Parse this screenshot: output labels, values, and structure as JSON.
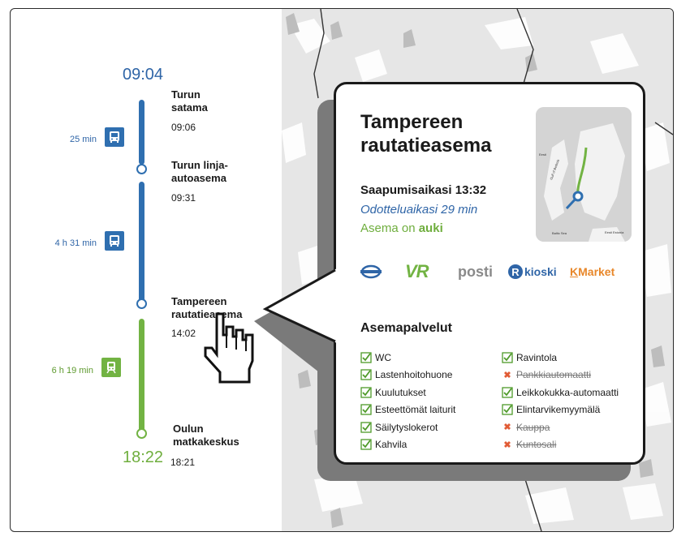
{
  "timeline": {
    "start_time": "09:04",
    "end_time": "18:22",
    "stops": [
      {
        "name": "Turun satama",
        "time": "09:06"
      },
      {
        "name": "Turun linja-autoasema",
        "time": "09:31"
      },
      {
        "name": "Tampereen rautatieasema",
        "time": "14:02"
      },
      {
        "name": "Oulun matkakeskus",
        "time": "18:21"
      }
    ],
    "legs": [
      {
        "duration": "25 min",
        "mode": "bus-icon",
        "color": "#2f6fb0"
      },
      {
        "duration": "4 h 31 min",
        "mode": "bus-icon",
        "color": "#2f6fb0"
      },
      {
        "duration": "6 h 19 min",
        "mode": "train-icon",
        "color": "#72b343"
      }
    ]
  },
  "popup": {
    "title": "Tampereen rautatieasema",
    "arrival": "Saapumisaikasi 13:32",
    "wait": "Odotteluaikasi 29 min",
    "status_prefix": "Asema on ",
    "status_value": "auki",
    "minimap_labels": [
      "Eesti",
      "Gulf of Bothnia",
      "Baltic Sea",
      "Eesti Estonia"
    ],
    "logos": {
      "vr": "VR",
      "posti": "posti",
      "rkioski": "kioski",
      "rkioski_r": "R",
      "kmarket": "Market",
      "kmarket_k": "K"
    },
    "services_title": "Asemapalvelut",
    "services_left": [
      {
        "label": "WC",
        "available": true
      },
      {
        "label": "Lastenhoitohuone",
        "available": true
      },
      {
        "label": "Kuulutukset",
        "available": true
      },
      {
        "label": "Esteettömät laiturit",
        "available": true
      },
      {
        "label": "Säilytyslokerot",
        "available": true
      },
      {
        "label": "Kahvila",
        "available": true
      }
    ],
    "services_right": [
      {
        "label": "Ravintola",
        "available": true
      },
      {
        "label": "Pankkiautomaatti",
        "available": false
      },
      {
        "label": "Leikkokukka-automaatti",
        "available": true
      },
      {
        "label": "Elintarvikemyymälä",
        "available": true
      },
      {
        "label": "Kauppa",
        "available": false
      },
      {
        "label": "Kuntosali",
        "available": false
      }
    ]
  },
  "colors": {
    "blue": "#2f6fb0",
    "green": "#72b343",
    "unavailable": "#e15b35"
  }
}
